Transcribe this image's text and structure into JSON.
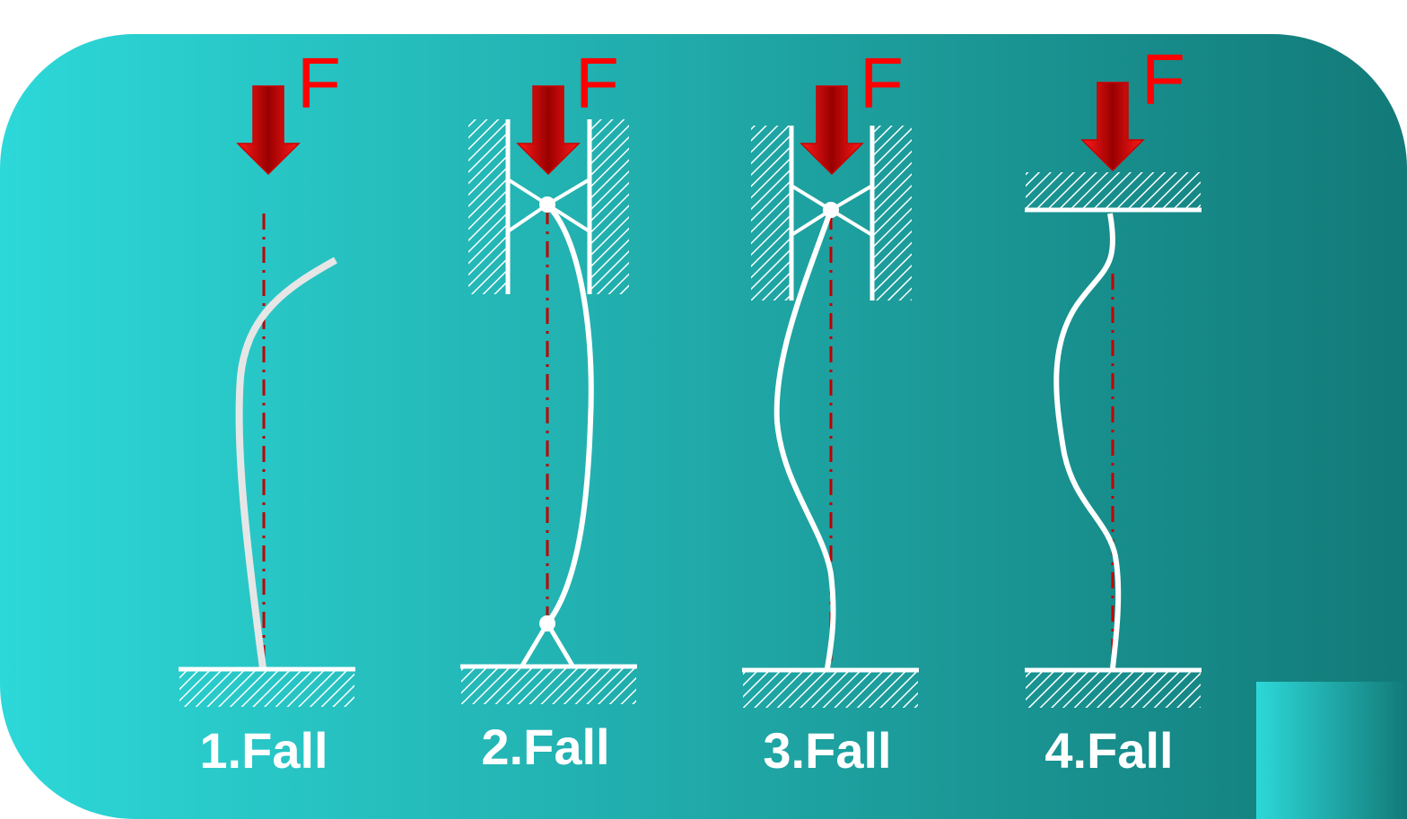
{
  "force_symbol": "F",
  "cases": [
    {
      "label": "1.Fall"
    },
    {
      "label": "2.Fall"
    },
    {
      "label": "3.Fall"
    },
    {
      "label": "4.Fall"
    }
  ],
  "colors": {
    "gradient_start": "#2dd8d8",
    "gradient_end": "#127a78",
    "arrow_red": "#e60000",
    "arrow_dark": "#8b0000",
    "axis_line": "#c00000",
    "column": "#ffffff",
    "column_bent_gray": "#e6e6e6"
  }
}
